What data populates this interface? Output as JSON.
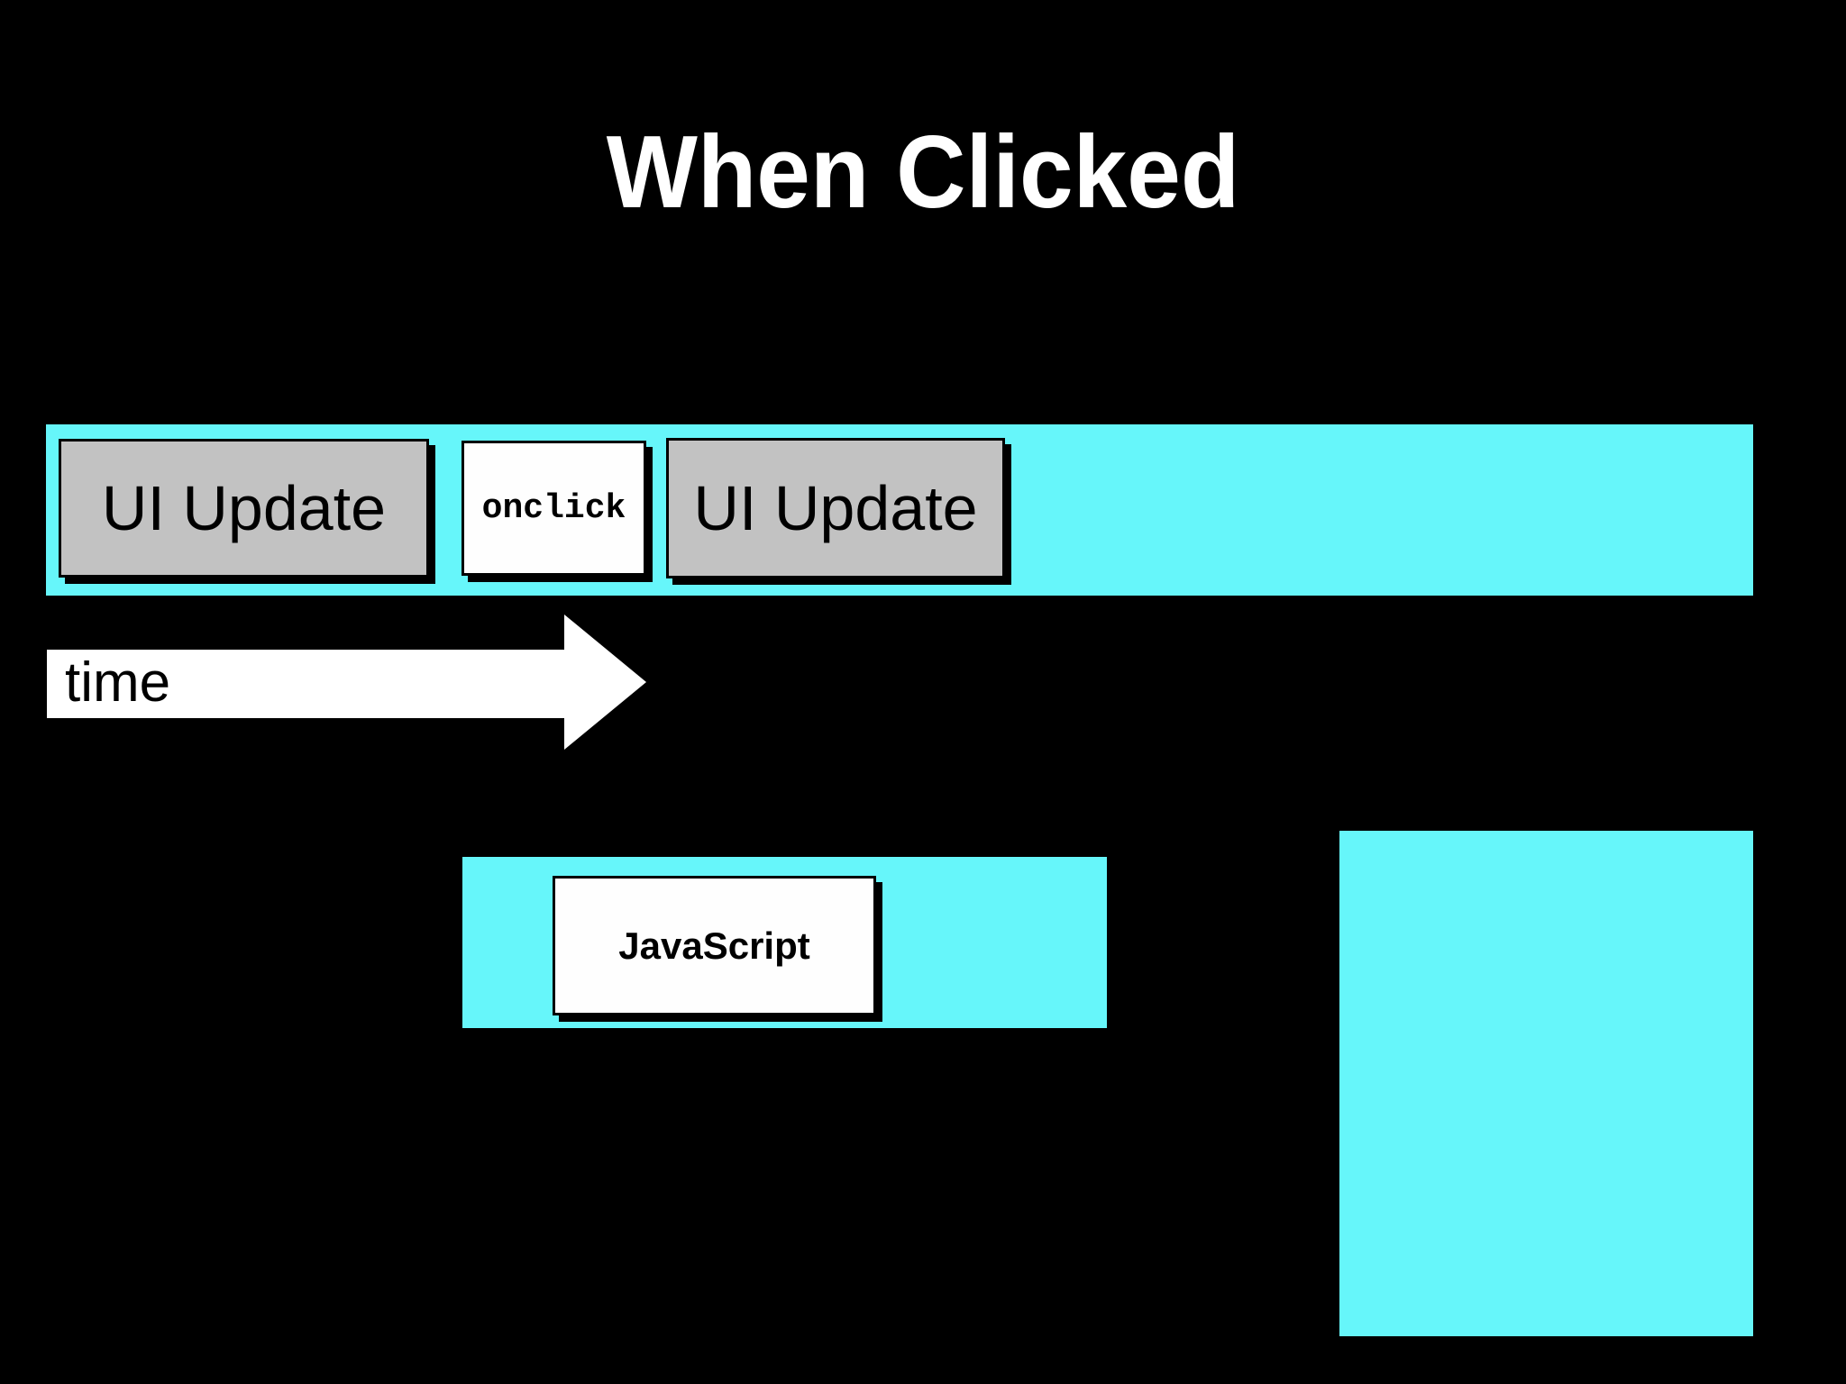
{
  "slide": {
    "title": "When Clicked"
  },
  "top_timeline": {
    "boxes": [
      {
        "label": "UI Update"
      },
      {
        "label": "onclick"
      },
      {
        "label": "UI Update"
      }
    ]
  },
  "time_arrow": {
    "label": "time"
  },
  "js_timeline": {
    "box": {
      "label": "JavaScript"
    }
  },
  "colors": {
    "background": "#000000",
    "timeline_cyan": "#66F6FA",
    "box_gray": "#C2C2C2",
    "box_white": "#FEFEFE",
    "title_white": "#FFFFFF"
  }
}
